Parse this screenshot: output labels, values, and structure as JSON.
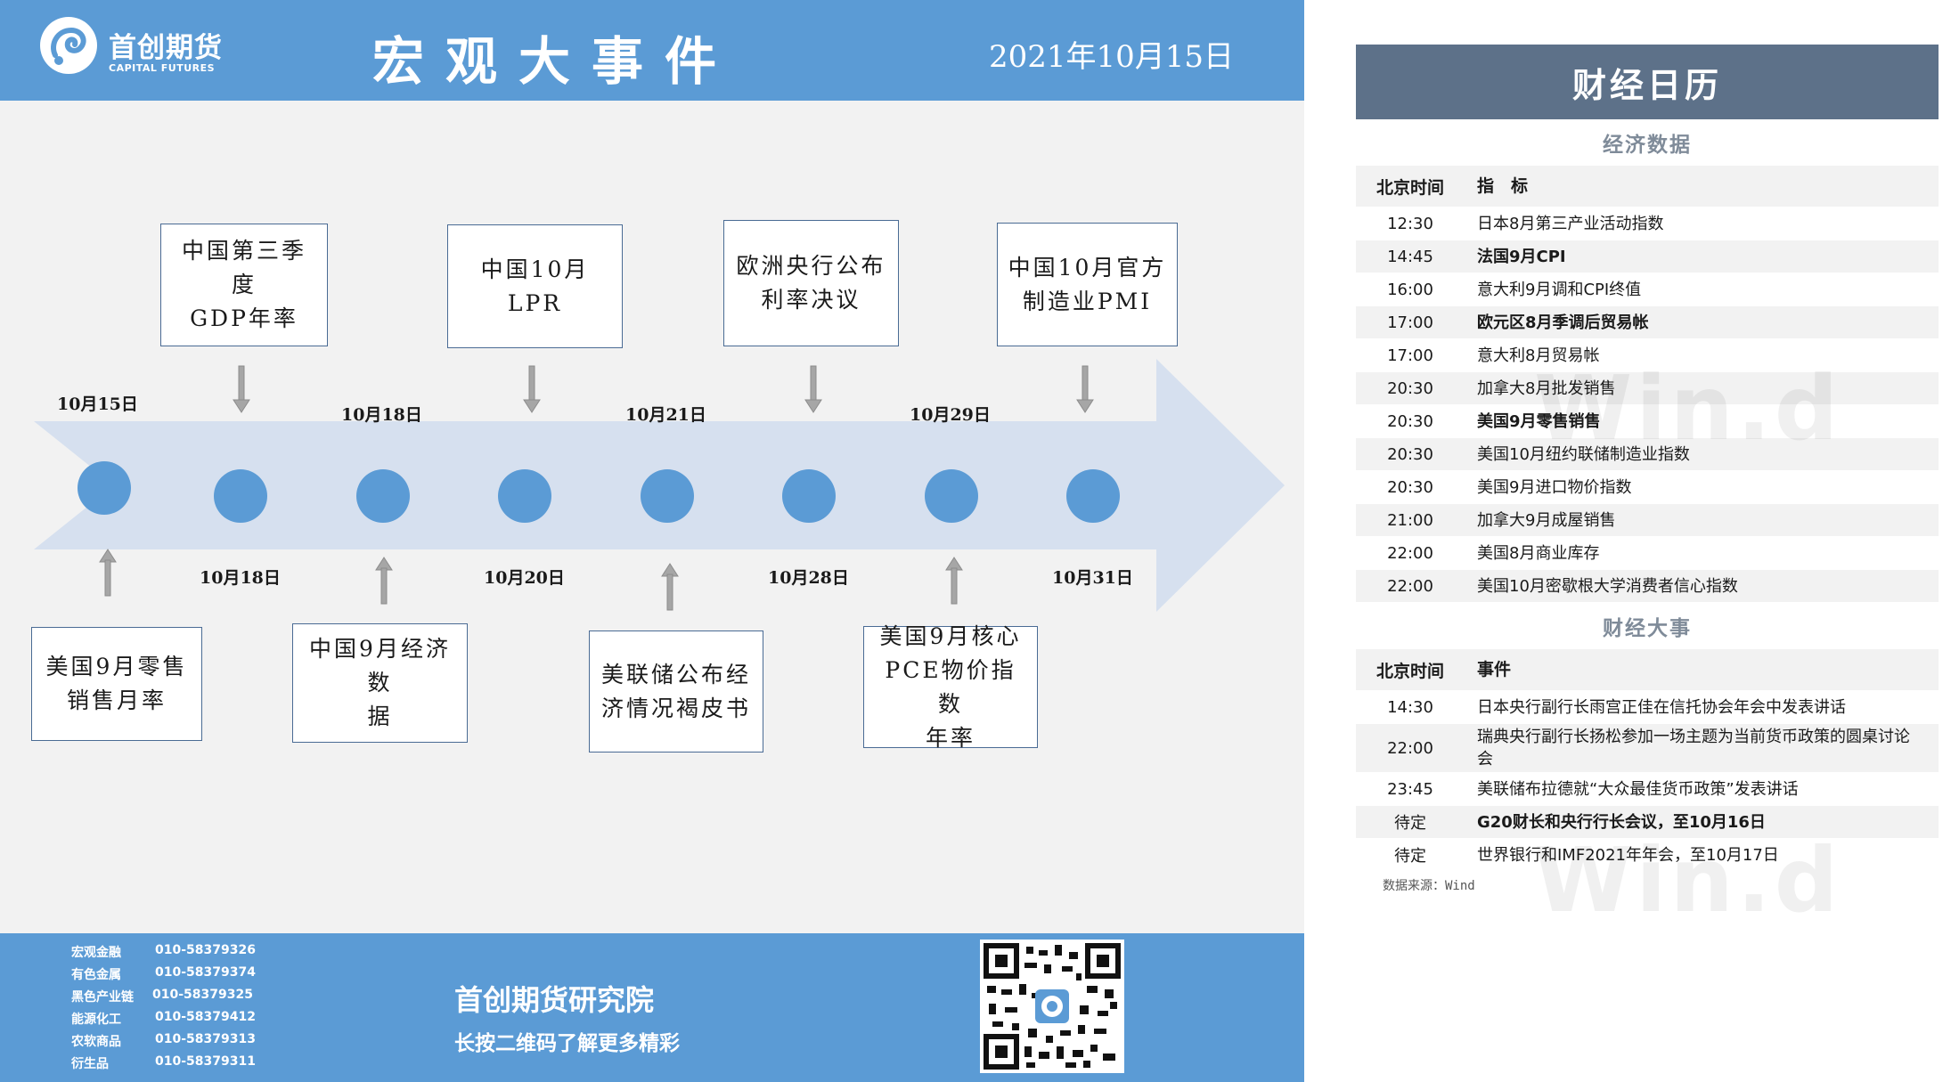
{
  "header": {
    "logo_cn": "首创期货",
    "logo_en": "CAPITAL FUTURES",
    "title": "宏观大事件",
    "date": "2021年10月15日"
  },
  "timeline": {
    "top_dates": [
      "10月15日",
      "10月18日",
      "10月21日",
      "10月29日"
    ],
    "bottom_dates": [
      "10月18日",
      "10月20日",
      "10月28日",
      "10月31日"
    ],
    "top_events": [
      {
        "line1": "中国第三季度",
        "line2": "GDP年率"
      },
      {
        "line1": "中国10月LPR",
        "line2": ""
      },
      {
        "line1": "欧洲央行公布",
        "line2": "利率决议"
      },
      {
        "line1": "中国10月官方",
        "line2": "制造业PMI"
      }
    ],
    "bottom_events": [
      {
        "line1": "美国9月零售",
        "line2": "销售月率",
        "line3": ""
      },
      {
        "line1": "中国9月经济数",
        "line2": "据",
        "line3": ""
      },
      {
        "line1": "美联储公布经",
        "line2": "济情况褐皮书",
        "line3": ""
      },
      {
        "line1": "美国9月核心",
        "line2": "PCE物价指数",
        "line3": "年率"
      }
    ],
    "colors": {
      "arrow": "#d6e0ef",
      "dot": "#5b9bd5",
      "pointer": "#a6a6a6"
    }
  },
  "footer": {
    "contacts": [
      {
        "dept": "宏观金融",
        "phone": "010-58379326"
      },
      {
        "dept": "有色金属",
        "phone": "010-58379374"
      },
      {
        "dept": "黑色产业链",
        "phone": "010-58379325"
      },
      {
        "dept": "能源化工",
        "phone": "010-58379412"
      },
      {
        "dept": "农软商品",
        "phone": "010-58379313"
      },
      {
        "dept": "衍生品",
        "phone": "010-58379311"
      }
    ],
    "institute": "首创期货研究院",
    "slogan": "长按二维码了解更多精彩"
  },
  "calendar": {
    "title": "财经日历",
    "econ_title": "经济数据",
    "econ_head": {
      "time": "北京时间",
      "item": "指　标"
    },
    "econ_rows": [
      {
        "time": "12:30",
        "item": "日本8月第三产业活动指数",
        "bold": false
      },
      {
        "time": "14:45",
        "item": "法国9月CPI",
        "bold": true
      },
      {
        "time": "16:00",
        "item": "意大利9月调和CPI终值",
        "bold": false
      },
      {
        "time": "17:00",
        "item": "欧元区8月季调后贸易帐",
        "bold": true
      },
      {
        "time": "17:00",
        "item": "意大利8月贸易帐",
        "bold": false
      },
      {
        "time": "20:30",
        "item": "加拿大8月批发销售",
        "bold": false
      },
      {
        "time": "20:30",
        "item": "美国9月零售销售",
        "bold": true
      },
      {
        "time": "20:30",
        "item": "美国10月纽约联储制造业指数",
        "bold": false
      },
      {
        "time": "20:30",
        "item": "美国9月进口物价指数",
        "bold": false
      },
      {
        "time": "21:00",
        "item": "加拿大9月成屋销售",
        "bold": false
      },
      {
        "time": "22:00",
        "item": "美国8月商业库存",
        "bold": false
      },
      {
        "time": "22:00",
        "item": "美国10月密歇根大学消费者信心指数",
        "bold": false
      }
    ],
    "event_title": "财经大事",
    "event_head": {
      "time": "北京时间",
      "item": "事件"
    },
    "event_rows": [
      {
        "time": "14:30",
        "item": "日本央行副行长雨宫正佳在信托协会年会中发表讲话",
        "bold": false
      },
      {
        "time": "22:00",
        "item": "瑞典央行副行长扬松参加一场主题为当前货币政策的圆桌讨论会",
        "bold": false
      },
      {
        "time": "23:45",
        "item": "美联储布拉德就“大众最佳货币政策”发表讲话",
        "bold": false
      },
      {
        "time": "待定",
        "item": "G20财长和央行行长会议，至10月16日",
        "bold": true
      },
      {
        "time": "待定",
        "item": "世界银行和IMF2021年年会，至10月17日",
        "bold": false
      }
    ],
    "source": "数据来源：Wind",
    "watermark": "Win.d"
  }
}
